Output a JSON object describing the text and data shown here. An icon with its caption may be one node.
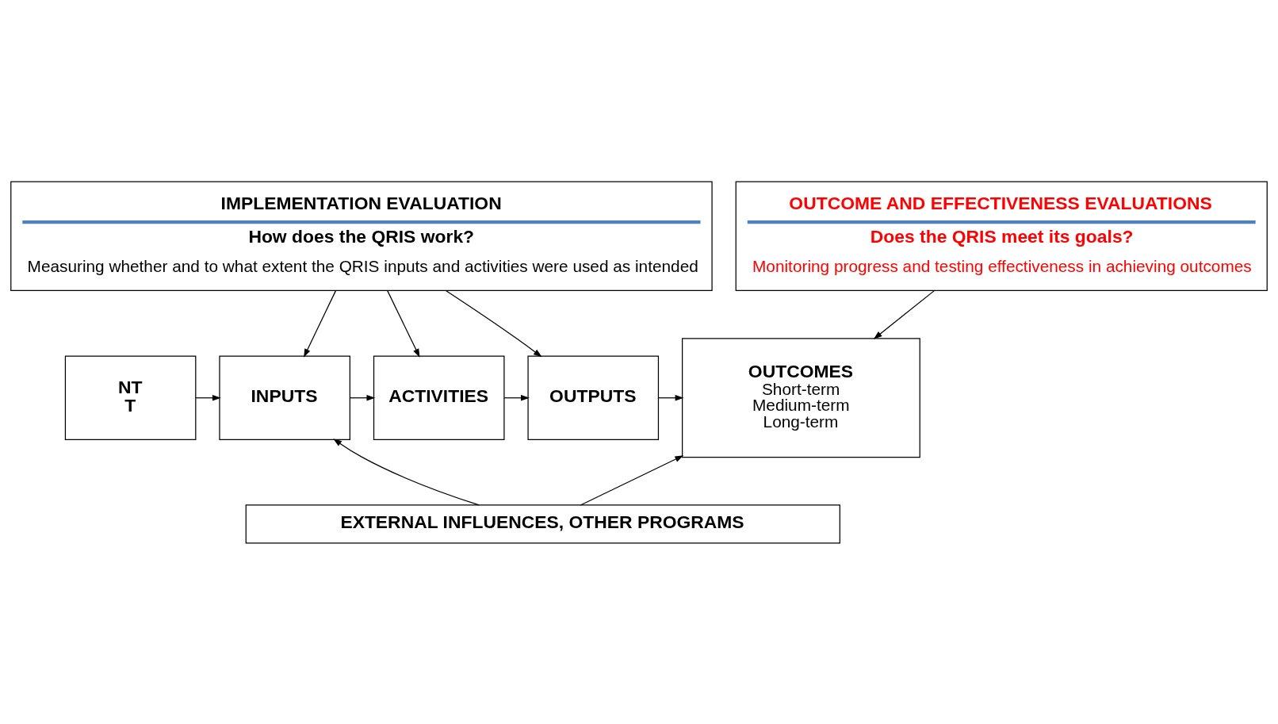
{
  "diagram": {
    "nodes": [
      {
        "text": [
          "IMPLEMENTATION EVALUATION",
          "How does the QRIS work?",
          "Measuring whether and to what extent the QRIS inputs and activities were used as intended"
        ]
      },
      {
        "text": [
          "OUTCOME AND EFFECTIVENESS EVALUATIONS",
          "Does the QRIS meet its goals?",
          "Monitoring progress and testing effectiveness in achieving outcomes"
        ]
      },
      {
        "text": [
          "NT",
          "T"
        ]
      },
      {
        "text": [
          "INPUTS"
        ]
      },
      {
        "text": [
          "ACTIVITIES"
        ]
      },
      {
        "text": [
          "OUTPUTS"
        ]
      },
      {
        "text": [
          "OUTCOMES",
          "Short-term",
          "Medium-term",
          "Long-term"
        ]
      },
      {
        "text": [
          "EXTERNAL INFLUENCES, OTHER PROGRAMS"
        ]
      }
    ],
    "edges": [
      {
        "from": 0,
        "to": 3,
        "arrow": "to"
      },
      {
        "from": 0,
        "to": 4,
        "arrow": "to"
      },
      {
        "from": 0,
        "to": 5,
        "arrow": "to"
      },
      {
        "from": 1,
        "to": 6,
        "arrow": "to"
      },
      {
        "from": 2,
        "to": 3,
        "arrow": "to"
      },
      {
        "from": 3,
        "to": 4,
        "arrow": "to"
      },
      {
        "from": 4,
        "to": 5,
        "arrow": "to"
      },
      {
        "from": 5,
        "to": 6,
        "arrow": "to"
      },
      {
        "from": 7,
        "to": 3,
        "arrow": "to"
      },
      {
        "from": 7,
        "to": 6,
        "arrow": "to"
      }
    ]
  }
}
